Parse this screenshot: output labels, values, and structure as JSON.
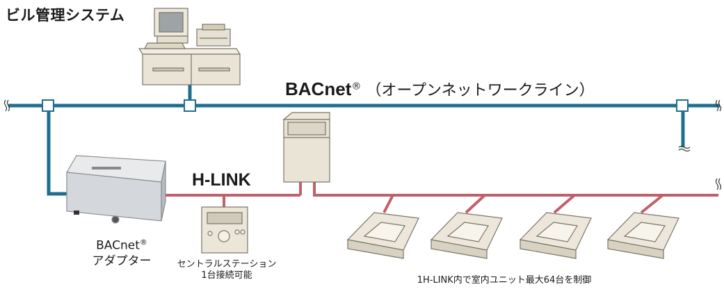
{
  "title": "ビル管理システム",
  "bacnet_line": {
    "name": "BACnet",
    "mark": "®",
    "description": "（オープンネットワークライン）"
  },
  "hlink_label": "H-LINK",
  "adapter": {
    "line1": "BACnet",
    "mark": "®",
    "line2": "アダプター"
  },
  "central_station": {
    "line1": "セントラルステーション",
    "line2": "1台接続可能"
  },
  "indoor_units_label": "1H-LINK内で室内ユニット最大64台を制御",
  "colors": {
    "bacnet_line": "#1e6f8f",
    "hlink_line": "#c0606a",
    "junction_box_fill": "#ffffff",
    "equipment_fill": "#e9e4d6",
    "equipment_stroke": "#7a7468"
  }
}
